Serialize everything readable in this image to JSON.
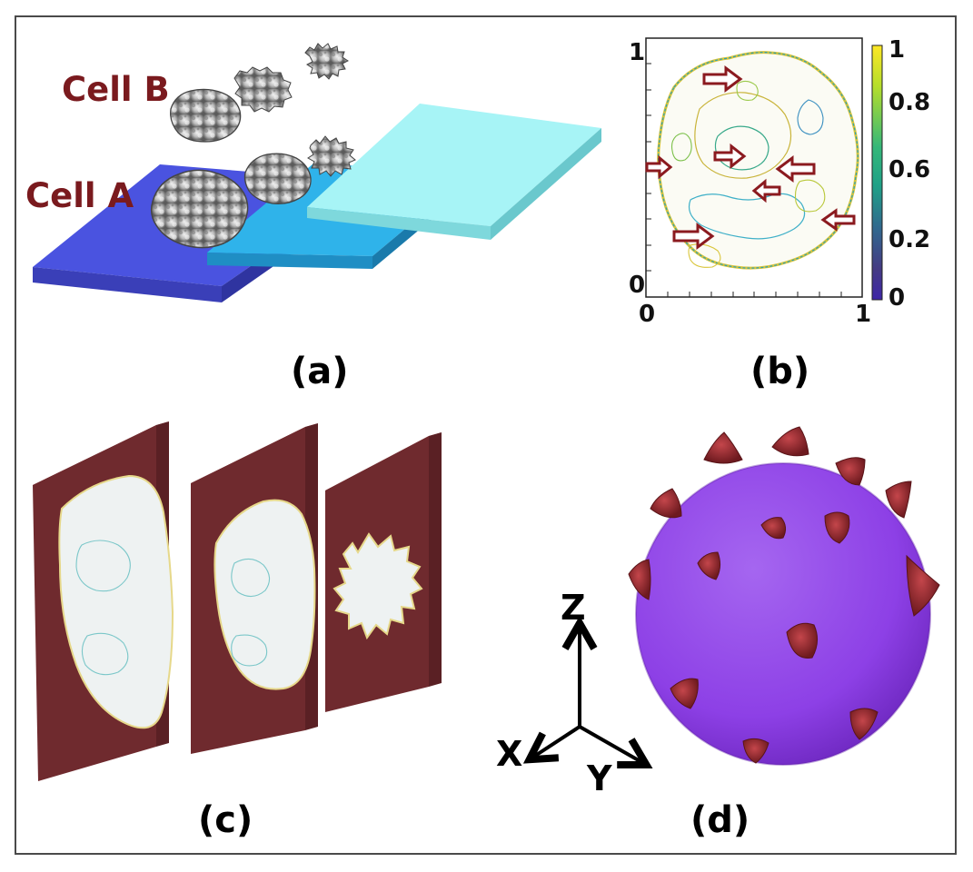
{
  "colors": {
    "cell_label": "#7a1a1e",
    "plate_dark": "#4a53e0",
    "plate_mid": "#2fb3ea",
    "plate_light": "#a7f4f6",
    "slab": "#6f2a2e",
    "sphere": "#9348e8",
    "spike": "#8a1f24",
    "arrow": "#8b1a1f",
    "frame": "#4a4a4a"
  },
  "panels": {
    "a": {
      "label": "(a)",
      "cell_b": "Cell B",
      "cell_a": "Cell A"
    },
    "b": {
      "label": "(b)",
      "x_ticks": [
        "0",
        "1"
      ],
      "y_ticks": [
        "0",
        "1"
      ],
      "colorbar_ticks": [
        "1",
        "0.8",
        "0.6",
        "0.2",
        "0"
      ],
      "colorbar_stops": [
        "#fde725",
        "#b5de2b",
        "#35b779",
        "#1fa187",
        "#31688e",
        "#443a83",
        "#3e26a8"
      ]
    },
    "c": {
      "label": "(c)"
    },
    "d": {
      "label": "(d)",
      "axes": {
        "z": "Z",
        "x": "X",
        "y": "Y"
      }
    }
  }
}
